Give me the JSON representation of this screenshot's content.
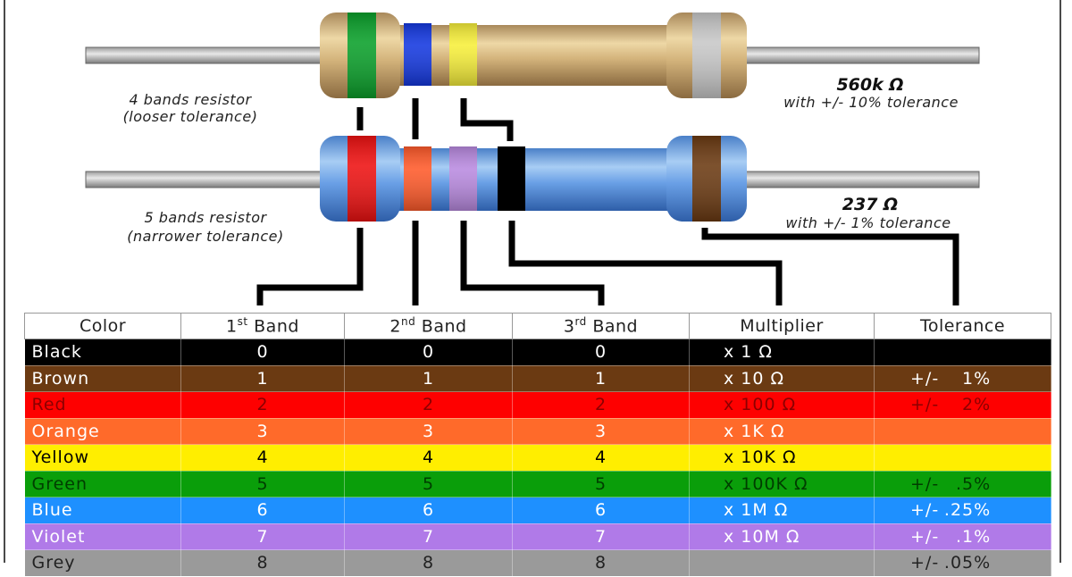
{
  "four_band": {
    "caption_line1": "4 bands resistor",
    "caption_line2": "(looser tolerance)",
    "value": "560k Ω",
    "tolerance_text": "with +/- 10% tolerance",
    "body_color": "#c8a870",
    "band_colors": [
      "#0aa02a",
      "#1438e0",
      "#f7ef3a",
      "#c8c8c8"
    ]
  },
  "five_band": {
    "caption_line1": "5 bands resistor",
    "caption_line2": "(narrower tolerance)",
    "value": "237 Ω",
    "tolerance_text": "with +/- 1% tolerance",
    "body_color": "#6aa0e6",
    "band_colors": [
      "#ee1111",
      "#ff5a2a",
      "#b98ae0",
      "#000000",
      "#6b3a12"
    ]
  },
  "table": {
    "headers": {
      "color": "Color",
      "band1_num": "1",
      "band1_sup": "st",
      "band1_word": " Band",
      "band2_num": "2",
      "band2_sup": "nd",
      "band2_word": " Band",
      "band3_num": "3",
      "band3_sup": "rd",
      "band3_word": " Band",
      "multiplier": "Multiplier",
      "tolerance": "Tolerance"
    },
    "rows": [
      {
        "name": "Black",
        "b1": "0",
        "b2": "0",
        "b3": "0",
        "mult": "x 1 Ω",
        "tol_prefix": "",
        "tol": "",
        "bg": "#000000",
        "fg": "#ffffff"
      },
      {
        "name": "Brown",
        "b1": "1",
        "b2": "1",
        "b3": "1",
        "mult": "x 10 Ω",
        "tol_prefix": "+/-",
        "tol": "1%",
        "bg": "#6b3a12",
        "fg": "#ffffff"
      },
      {
        "name": "Red",
        "b1": "2",
        "b2": "2",
        "b3": "2",
        "mult": "x 100 Ω",
        "tol_prefix": "+/-",
        "tol": "2%",
        "bg": "#fe0000",
        "fg": "#8b0000"
      },
      {
        "name": "Orange",
        "b1": "3",
        "b2": "3",
        "b3": "3",
        "mult": "x 1K Ω",
        "tol_prefix": "",
        "tol": "",
        "bg": "#ff6a2a",
        "fg": "#ffffff"
      },
      {
        "name": "Yellow",
        "b1": "4",
        "b2": "4",
        "b3": "4",
        "mult": "x 10K Ω",
        "tol_prefix": "",
        "tol": "",
        "bg": "#ffee00",
        "fg": "#000000"
      },
      {
        "name": "Green",
        "b1": "5",
        "b2": "5",
        "b3": "5",
        "mult": "x 100K Ω",
        "tol_prefix": "+/-",
        "tol": ".5%",
        "bg": "#0a9e0a",
        "fg": "#003d00"
      },
      {
        "name": "Blue",
        "b1": "6",
        "b2": "6",
        "b3": "6",
        "mult": "x 1M Ω",
        "tol_prefix": "+/-",
        "tol": ".25%",
        "bg": "#1e90ff",
        "fg": "#ffffff"
      },
      {
        "name": "Violet",
        "b1": "7",
        "b2": "7",
        "b3": "7",
        "mult": "x 10M Ω",
        "tol_prefix": "+/-",
        "tol": ".1%",
        "bg": "#b07ae8",
        "fg": "#ffffff"
      },
      {
        "name": "Grey",
        "b1": "8",
        "b2": "8",
        "b3": "8",
        "mult": "",
        "tol_prefix": "+/-",
        "tol": ".05%",
        "bg": "#9a9a9a",
        "fg": "#222222"
      }
    ]
  }
}
